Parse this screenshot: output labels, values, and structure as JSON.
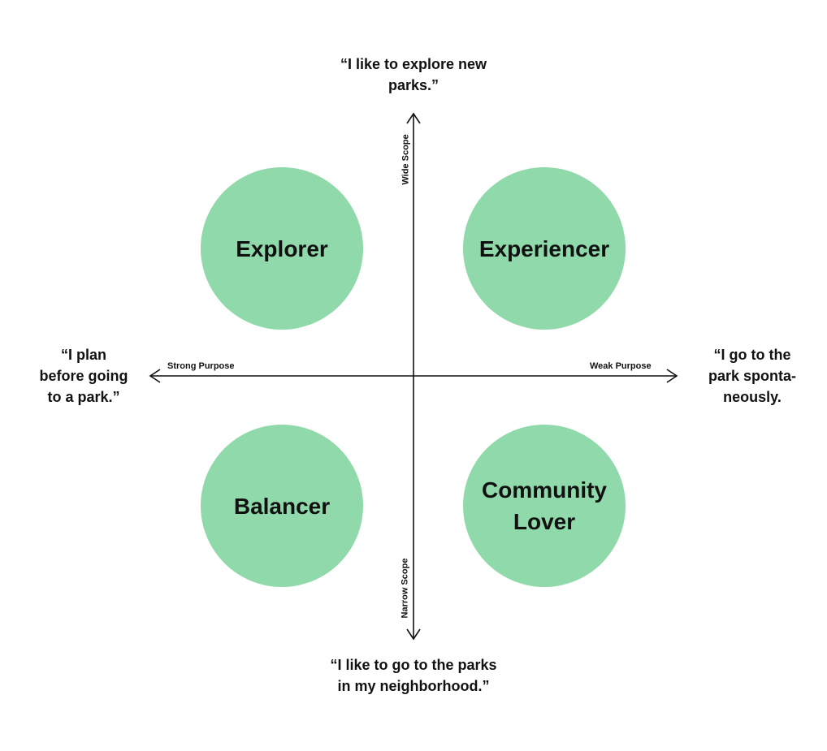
{
  "quotes": {
    "top": "“I like to explore new\nparks.”",
    "bottom": "“I like to go to the parks\nin my neighborhood.”",
    "left": "“I plan\nbefore going\nto a park.”",
    "right": "“I go to the\npark sponta-\nneously."
  },
  "axes": {
    "x_left_label": "Strong Purpose",
    "x_right_label": "Weak Purpose",
    "y_top_label": "Wide Scope",
    "y_bottom_label": "Narrow Scope"
  },
  "quadrants": {
    "top_left": "Explorer",
    "top_right": "Experiencer",
    "bottom_left": "Balancer",
    "bottom_right": "Community\nLover"
  },
  "colors": {
    "circle_fill": "#90d9aa",
    "axis_stroke": "#111111"
  }
}
